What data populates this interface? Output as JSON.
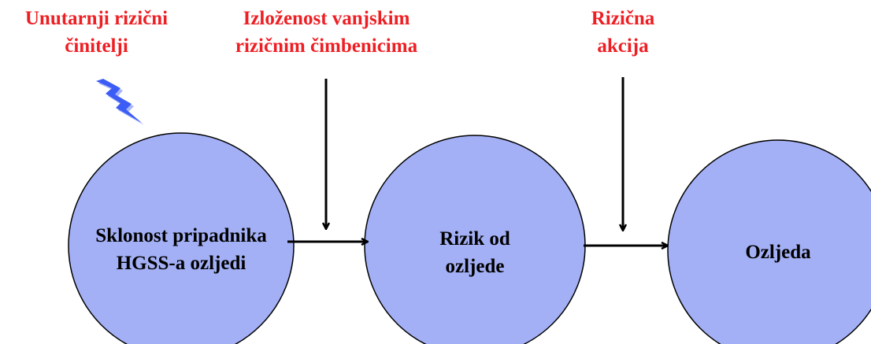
{
  "colors": {
    "label_red": "#ee1f24",
    "node_fill": "#a3b0f5",
    "node_stroke": "#000000",
    "arrow": "#000000",
    "bolt_fill": "#3b5cf5"
  },
  "icons": {
    "internal_factor": "lightning-bolt-icon"
  },
  "labels": {
    "internal": {
      "line1": "Unutarnji rizični",
      "line2": "činitelji"
    },
    "external": {
      "line1": "Izloženost vanjskim",
      "line2": "rizičnim čimbenicima"
    },
    "action": {
      "line1": "Rizična",
      "line2": "akcija"
    }
  },
  "nodes": {
    "propensity": {
      "line1": "Sklonost pripadnika",
      "line2": "HGSS-a ozljedi"
    },
    "risk": {
      "line1": "Rizik od",
      "line2": "ozljede"
    },
    "injury": {
      "line1": "Ozljeda"
    }
  }
}
